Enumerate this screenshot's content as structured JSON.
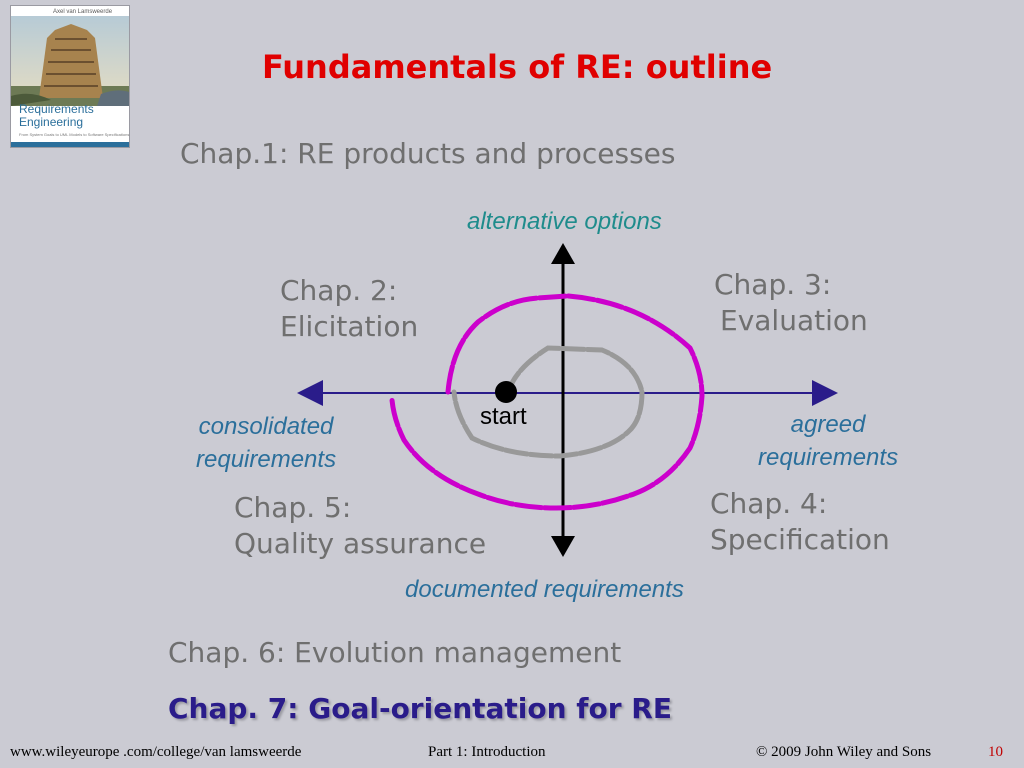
{
  "book": {
    "author": "Axel van Lamsweerde",
    "title_line1": "Requirements",
    "title_line2": "Engineering",
    "subtitle": "From System Goals to UML Models to Software Specifications"
  },
  "slide": {
    "title": "Fundamentals of RE: outline",
    "chap1": "Chap.1:  RE products and processes",
    "chap2_line1": "Chap. 2:",
    "chap2_line2": "Elicitation",
    "chap3_line1": "Chap. 3:",
    "chap3_line2": "Evaluation",
    "chap4_line1": "Chap. 4:",
    "chap4_line2": "Specification",
    "chap5_line1": "Chap. 5:",
    "chap5_line2": "Quality assurance",
    "chap6": "Chap. 6:  Evolution management",
    "chap7": "Chap. 7:  Goal-orientation for RE"
  },
  "diagram": {
    "top_label": "alternative options",
    "left_label_line1": "consolidated",
    "left_label_line2": "requirements",
    "right_label_line1": "agreed",
    "right_label_line2": "requirements",
    "bottom_label": "documented requirements",
    "start_label": "start",
    "colors": {
      "axes": "#2a1c8a",
      "arrowheads": "#000000",
      "inner_spiral": "#999999",
      "outer_spiral": "#cc00cc",
      "teal_label": "#1f8c8c",
      "blue_label": "#2b6f9b"
    }
  },
  "footer": {
    "url": "www.wileyeurope .com/college/van lamsweerde",
    "part": "Part 1: Introduction",
    "copyright": "©  2009 John Wiley and Sons",
    "page": "10"
  }
}
